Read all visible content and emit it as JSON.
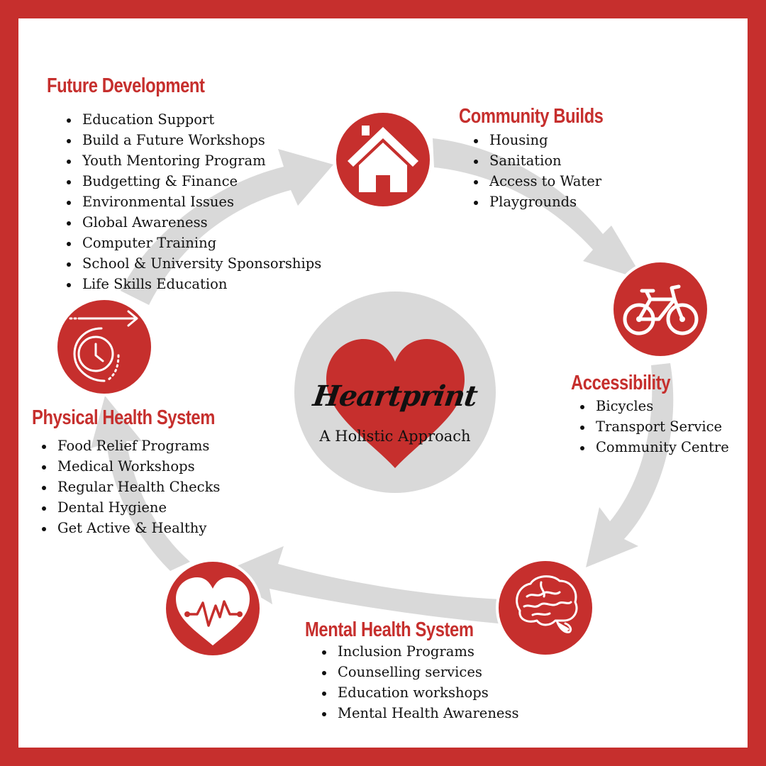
{
  "colors": {
    "border": "#c62f2d",
    "accent": "#c62f2d",
    "arrow_grey": "#d9d9d9",
    "text": "#111111",
    "background": "#ffffff"
  },
  "center": {
    "title": "Heartprint",
    "subtitle": "A Holistic Approach",
    "icon": "heart-icon"
  },
  "sections": {
    "future_development": {
      "heading": "Future Development",
      "items": [
        "Education Support",
        "Build a Future Workshops",
        "Youth Mentoring Program",
        "Budgetting & Finance",
        "Environmental Issues",
        "Global Awareness",
        "Computer Training",
        "School & University Sponsorships",
        "Life Skills Education"
      ]
    },
    "community_builds": {
      "heading": "Community Builds",
      "icon": "house-icon",
      "items": [
        "Housing",
        "Sanitation",
        "Access to Water",
        "Playgrounds"
      ]
    },
    "accessibility": {
      "heading": "Accessibility",
      "icon": "bicycle-icon",
      "items": [
        "Bicycles",
        "Transport Service",
        "Community Centre"
      ]
    },
    "mental_health": {
      "heading": "Mental Health System",
      "icon": "brain-icon",
      "items": [
        "Inclusion Programs",
        "Counselling services",
        "Education workshops",
        "Mental Health Awareness"
      ]
    },
    "physical_health": {
      "heading": "Physical Health System",
      "icon": "heartbeat-icon",
      "items": [
        "Food Relief Programs",
        "Medical Workshops",
        "Regular Health Checks",
        "Dental Hygiene",
        "Get Active & Healthy"
      ]
    },
    "time_cycle": {
      "icon": "clock-arrow-icon"
    }
  }
}
